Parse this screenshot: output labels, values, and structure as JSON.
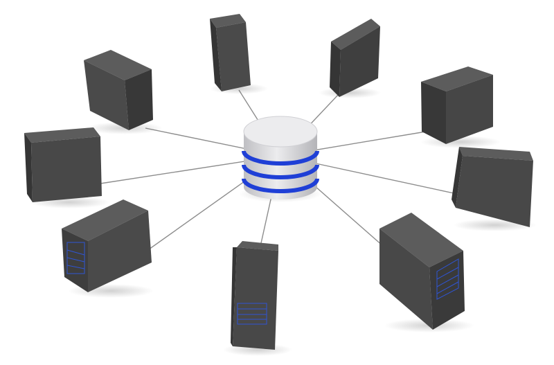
{
  "diagram": {
    "topology": "star",
    "hub": {
      "icon": "database-icon",
      "ring_count": 3
    },
    "nodes": [
      {
        "id": "server-1",
        "icon": "server-tower-icon"
      },
      {
        "id": "server-2",
        "icon": "server-tower-icon"
      },
      {
        "id": "server-3",
        "icon": "server-tower-icon"
      },
      {
        "id": "server-4",
        "icon": "server-tower-icon"
      },
      {
        "id": "server-5",
        "icon": "server-tower-icon"
      },
      {
        "id": "server-6",
        "icon": "server-tower-icon"
      },
      {
        "id": "server-7",
        "icon": "server-tower-icon"
      },
      {
        "id": "server-8",
        "icon": "server-tower-icon"
      },
      {
        "id": "server-9",
        "icon": "server-tower-icon"
      },
      {
        "id": "server-10",
        "icon": "server-tower-icon"
      }
    ]
  },
  "colors": {
    "background": "#ffffff",
    "server_front": "#4a4a4a",
    "server_side": "#3a3a3a",
    "server_top": "#5c5c5c",
    "drive_bay": "#2f55d4",
    "cylinder_body": "#d9d9dc",
    "cylinder_top": "#ececee",
    "cylinder_ring": "#1f3fd6",
    "connector": "#8d8d8d"
  }
}
